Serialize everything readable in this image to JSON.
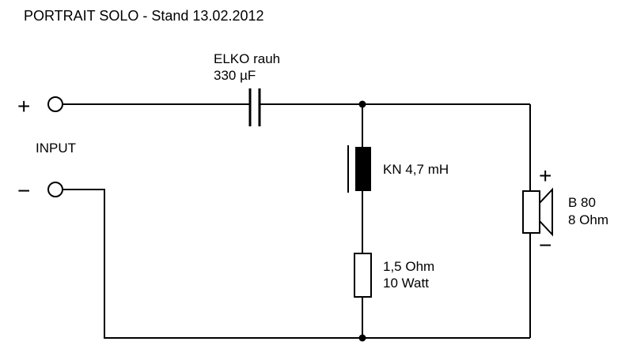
{
  "title": "PORTRAIT SOLO - Stand 13.02.2012",
  "input": {
    "label": "INPUT",
    "plus": "+",
    "minus": "−"
  },
  "capacitor": {
    "line1": "ELKO rauh",
    "line2": "330 µF"
  },
  "inductor": {
    "label": "KN 4,7 mH"
  },
  "resistor": {
    "line1": "1,5 Ohm",
    "line2": "10 Watt"
  },
  "speaker": {
    "line1": "B 80",
    "line2": "8 Ohm",
    "plus": "+",
    "minus": "−"
  }
}
